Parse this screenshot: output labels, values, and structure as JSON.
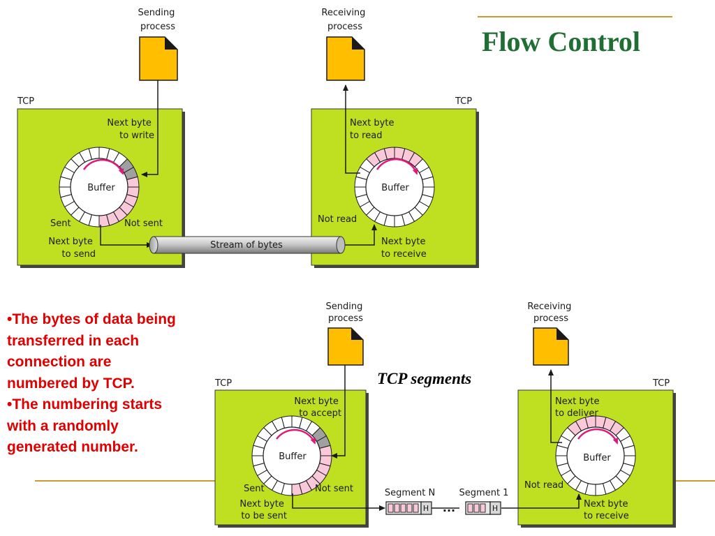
{
  "title": "Flow Control",
  "bullets": [
    "•The bytes of data being transferred in each connection are numbered by TCP.",
    "•The numbering starts with a randomly generated number."
  ],
  "top": {
    "sending_process": [
      "Sending",
      "process"
    ],
    "receiving_process": [
      "Receiving",
      "process"
    ],
    "tcp_left": "TCP",
    "tcp_right": "TCP",
    "next_byte_to_write": [
      "Next byte",
      "to write"
    ],
    "next_byte_to_read": [
      "Next byte",
      "to read"
    ],
    "buffer_left": "Buffer",
    "buffer_right": "Buffer",
    "sent": "Sent",
    "not_sent": "Not sent",
    "not_read": "Not read",
    "next_byte_to_send": [
      "Next byte",
      "to send"
    ],
    "next_byte_to_receive": [
      "Next byte",
      "to receive"
    ],
    "stream": "Stream of bytes"
  },
  "bottom": {
    "segments_title": "TCP segments",
    "sending_process": [
      "Sending",
      "process"
    ],
    "receiving_process": [
      "Receiving",
      "process"
    ],
    "tcp_left": "TCP",
    "tcp_right": "TCP",
    "next_byte_to_accept": [
      "Next byte",
      "to accept"
    ],
    "next_byte_to_deliver": [
      "Next byte",
      "to deliver"
    ],
    "buffer_left": "Buffer",
    "buffer_right": "Buffer",
    "sent": "Sent",
    "not_sent": "Not sent",
    "not_read": "Not read",
    "next_byte_to_be_sent": [
      "Next byte",
      "to be sent"
    ],
    "next_byte_to_receive": [
      "Next byte",
      "to receive"
    ],
    "segment_n": "Segment N",
    "segment_1": "Segment 1",
    "ellipsis": "...",
    "header_letter": "H"
  },
  "colors": {
    "title": "#1f6e33",
    "bullets": "#e00000",
    "tcp_box": "#bfe021",
    "document": "#ffbf00",
    "pink_cell": "#f9c8d9",
    "gray_cell": "#a0a0a0",
    "arrow_magenta": "#e0197d",
    "accent_line": "#c99a2e"
  }
}
